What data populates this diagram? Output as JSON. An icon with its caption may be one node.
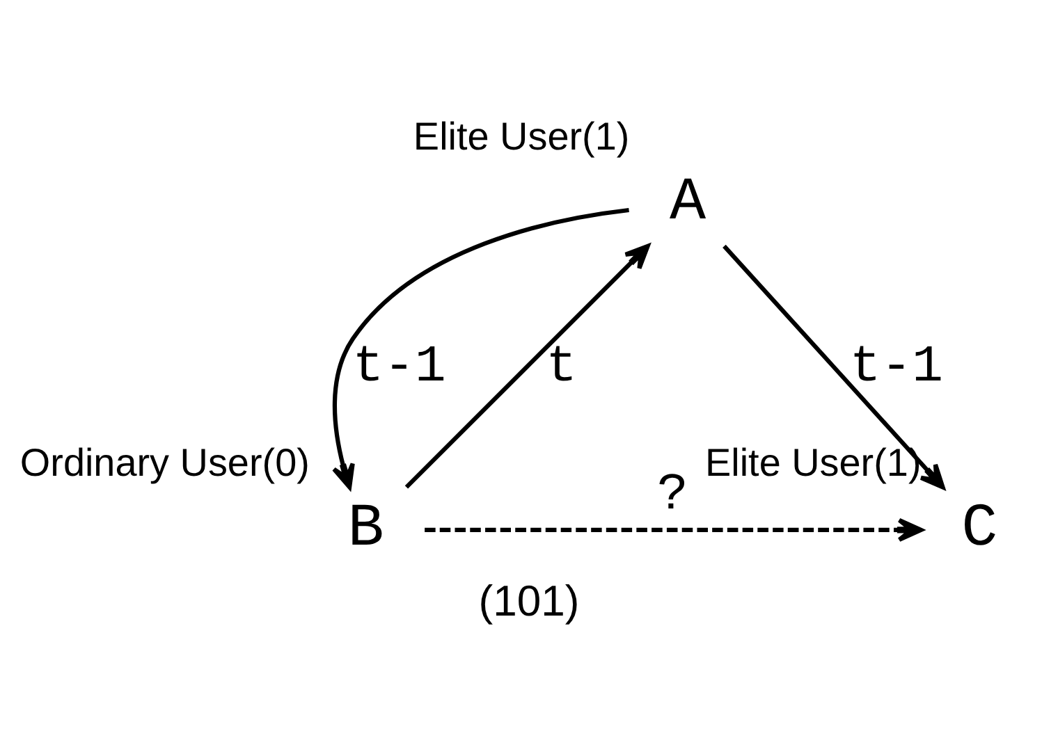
{
  "diagram": {
    "caption": "(101)",
    "nodes": [
      {
        "text": [
          "A"
        ],
        "beside": [
          "Elite User(1)"
        ]
      },
      {
        "text": [
          "B"
        ],
        "beside": [
          "Ordinary User(0)"
        ]
      },
      {
        "text": [
          "C"
        ],
        "beside": [
          "Elite User(1)"
        ]
      }
    ],
    "edges": [
      {
        "from": 1,
        "to": 0,
        "arrow": "to",
        "label": "t"
      },
      {
        "from": 0,
        "to": 1,
        "arrow": "to",
        "label": "t-1"
      },
      {
        "from": 0,
        "to": 2,
        "arrow": "to",
        "label": "t-1"
      },
      {
        "from": 1,
        "to": 2,
        "arrow": "to",
        "label": "?",
        "style": "dashed"
      }
    ]
  }
}
